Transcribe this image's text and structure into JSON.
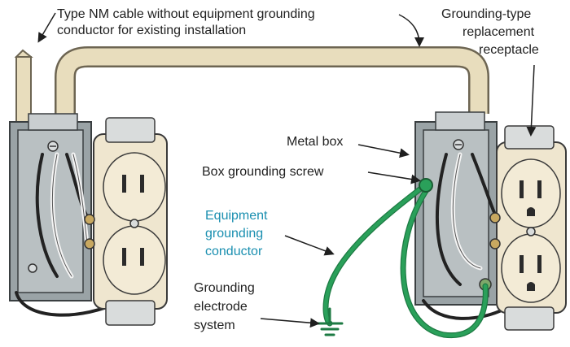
{
  "labels": {
    "nm_cable": [
      "Type NM cable without equipment grounding",
      "conductor for existing installation"
    ],
    "replacement_receptacle": [
      "Grounding-type",
      "replacement",
      "receptacle"
    ],
    "metal_box": "Metal box",
    "box_screw": "Box grounding screw",
    "egc": [
      "Equipment",
      "grounding",
      "conductor"
    ],
    "electrode": [
      "Grounding",
      "electrode",
      "system"
    ]
  },
  "colors": {
    "box_metal": "#9aa3a6",
    "receptacle": "#efe6cf",
    "cable": "#e8ddbd",
    "ground_wire": "#2aa05a",
    "accent_text": "#1a8fb0"
  }
}
